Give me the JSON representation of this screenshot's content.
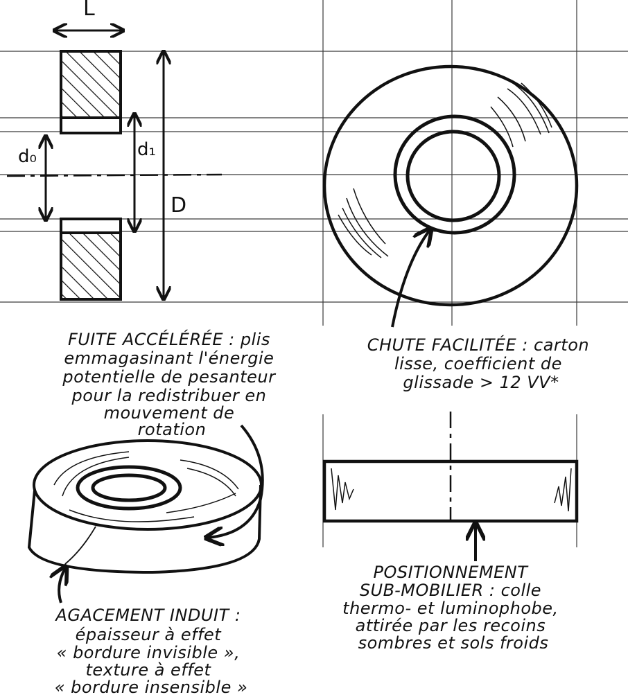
{
  "style": {
    "ink": "#111111",
    "construction_line": "#3a3a3a",
    "paper": "#ffffff"
  },
  "dimensions": {
    "width_label": "L",
    "outer_diameter_label": "D",
    "inner_diameter_label": "d₀",
    "core_diameter_label": "d₁"
  },
  "annotations": {
    "fuite": [
      "FUITE ACCÉLÉRÉE : plis",
      "emmagasinant l'énergie",
      "potentielle de pesanteur",
      "pour la redistribuer en",
      "mouvement de",
      "rotation"
    ],
    "chute": [
      "CHUTE FACILITÉE : carton",
      "lisse, coefficient de",
      "glissade > 12 VV*"
    ],
    "agacement": [
      "AGACEMENT INDUIT :",
      "épaisseur à effet",
      "« bordure invisible »,",
      "texture à effet",
      "« bordure insensible »"
    ],
    "positionnement": [
      "POSITIONNEMENT",
      "SUB-MOBILIER : colle",
      "thermo- et luminophobe,",
      "attirée par les recoins",
      "sombres et sols froids"
    ]
  }
}
